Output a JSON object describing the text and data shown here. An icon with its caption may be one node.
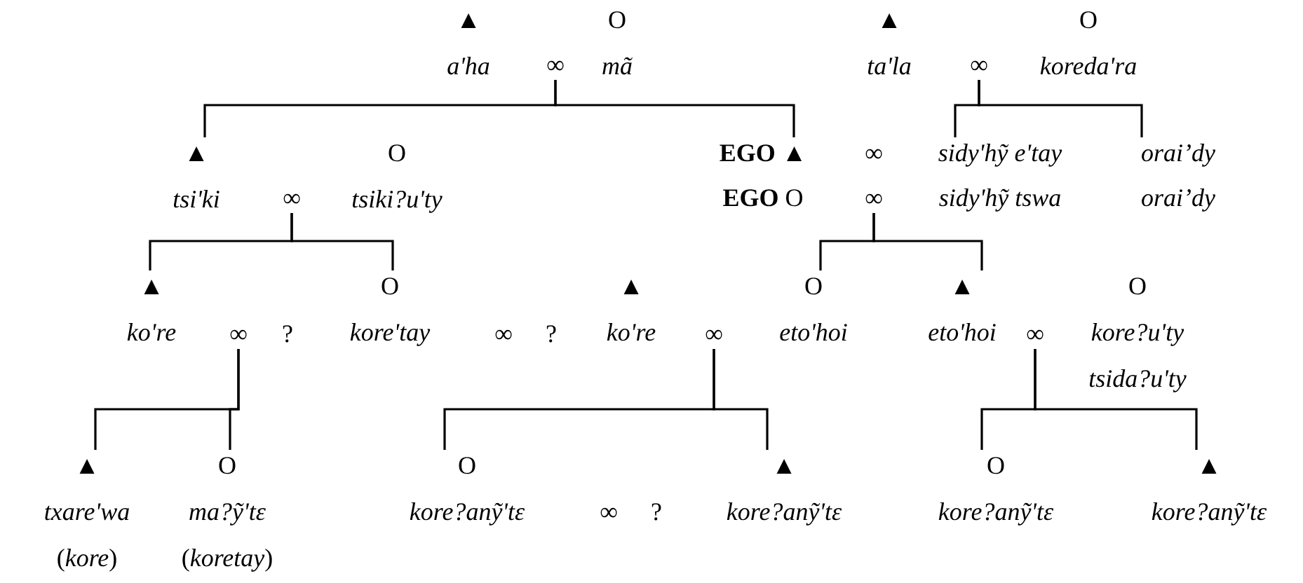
{
  "diagram": {
    "nodes": [
      {
        "text": [
          "▲",
          "a'ha"
        ]
      },
      {
        "text": [
          "∞"
        ]
      },
      {
        "text": [
          "O",
          "mã"
        ]
      },
      {
        "text": [
          "▲",
          "ta'la"
        ]
      },
      {
        "text": [
          "∞"
        ]
      },
      {
        "text": [
          "O",
          "koreda'ra"
        ]
      },
      {
        "text": [
          "▲",
          "tsi'ki"
        ]
      },
      {
        "text": [
          "∞"
        ]
      },
      {
        "text": [
          "O",
          "tsiki?u'ty"
        ]
      },
      {
        "text": [
          "**EGO** ▲"
        ]
      },
      {
        "text": [
          "sidy'hỹ e'tay"
        ]
      },
      {
        "text": [
          "orai’dy"
        ]
      },
      {
        "text": [
          "**EGO** O"
        ]
      },
      {
        "text": [
          "∞"
        ]
      },
      {
        "text": [
          "sidy'hỹ tswa"
        ]
      },
      {
        "text": [
          "orai’dy"
        ]
      },
      {
        "text": [
          "▲",
          "ko're"
        ]
      },
      {
        "text": [
          "∞"
        ]
      },
      {
        "text": [
          "O",
          "kore'tay"
        ]
      },
      {
        "text": [
          "▲",
          "ko're"
        ]
      },
      {
        "text": [
          "∞"
        ]
      },
      {
        "text": [
          "O",
          "eto'hoi"
        ]
      },
      {
        "text": [
          "▲",
          "eto'hoi"
        ]
      },
      {
        "text": [
          "∞"
        ]
      },
      {
        "text": [
          "O",
          "kore?u'ty",
          "tsida?u'ty"
        ]
      },
      {
        "text": [
          "▲",
          "txare'wa",
          "(*kore*)"
        ]
      },
      {
        "text": [
          "O",
          "ma?ỹ'tɛ",
          "(*koretay*)"
        ]
      },
      {
        "text": [
          "O",
          "kore?anỹ'tɛ"
        ]
      },
      {
        "text": [
          "▲",
          "kore?anỹ'tɛ"
        ]
      },
      {
        "text": [
          "O",
          "kore?anỹ'tɛ"
        ]
      },
      {
        "text": [
          "▲",
          "kore?anỹ'tɛ"
        ]
      }
    ],
    "edges": [
      {
        "from": 1,
        "to": 6,
        "arrow": "none"
      },
      {
        "from": 1,
        "to": 9,
        "arrow": "none"
      },
      {
        "from": 4,
        "to": 10,
        "arrow": "none"
      },
      {
        "from": 4,
        "to": 11,
        "arrow": "none"
      },
      {
        "from": 7,
        "to": 16,
        "arrow": "none"
      },
      {
        "from": 7,
        "to": 18,
        "arrow": "none"
      },
      {
        "from": 13,
        "to": 21,
        "arrow": "none"
      },
      {
        "from": 13,
        "to": 22,
        "arrow": "none"
      },
      {
        "from": 17,
        "to": 25,
        "arrow": "none"
      },
      {
        "from": 17,
        "to": 26,
        "arrow": "none"
      },
      {
        "from": 20,
        "to": 27,
        "arrow": "none"
      },
      {
        "from": 20,
        "to": 28,
        "arrow": "none"
      },
      {
        "from": 23,
        "to": 29,
        "arrow": "none"
      },
      {
        "from": 23,
        "to": 30,
        "arrow": "none"
      }
    ],
    "labels": [
      "∞",
      "?",
      "∞",
      "?",
      "∞",
      "?"
    ]
  }
}
